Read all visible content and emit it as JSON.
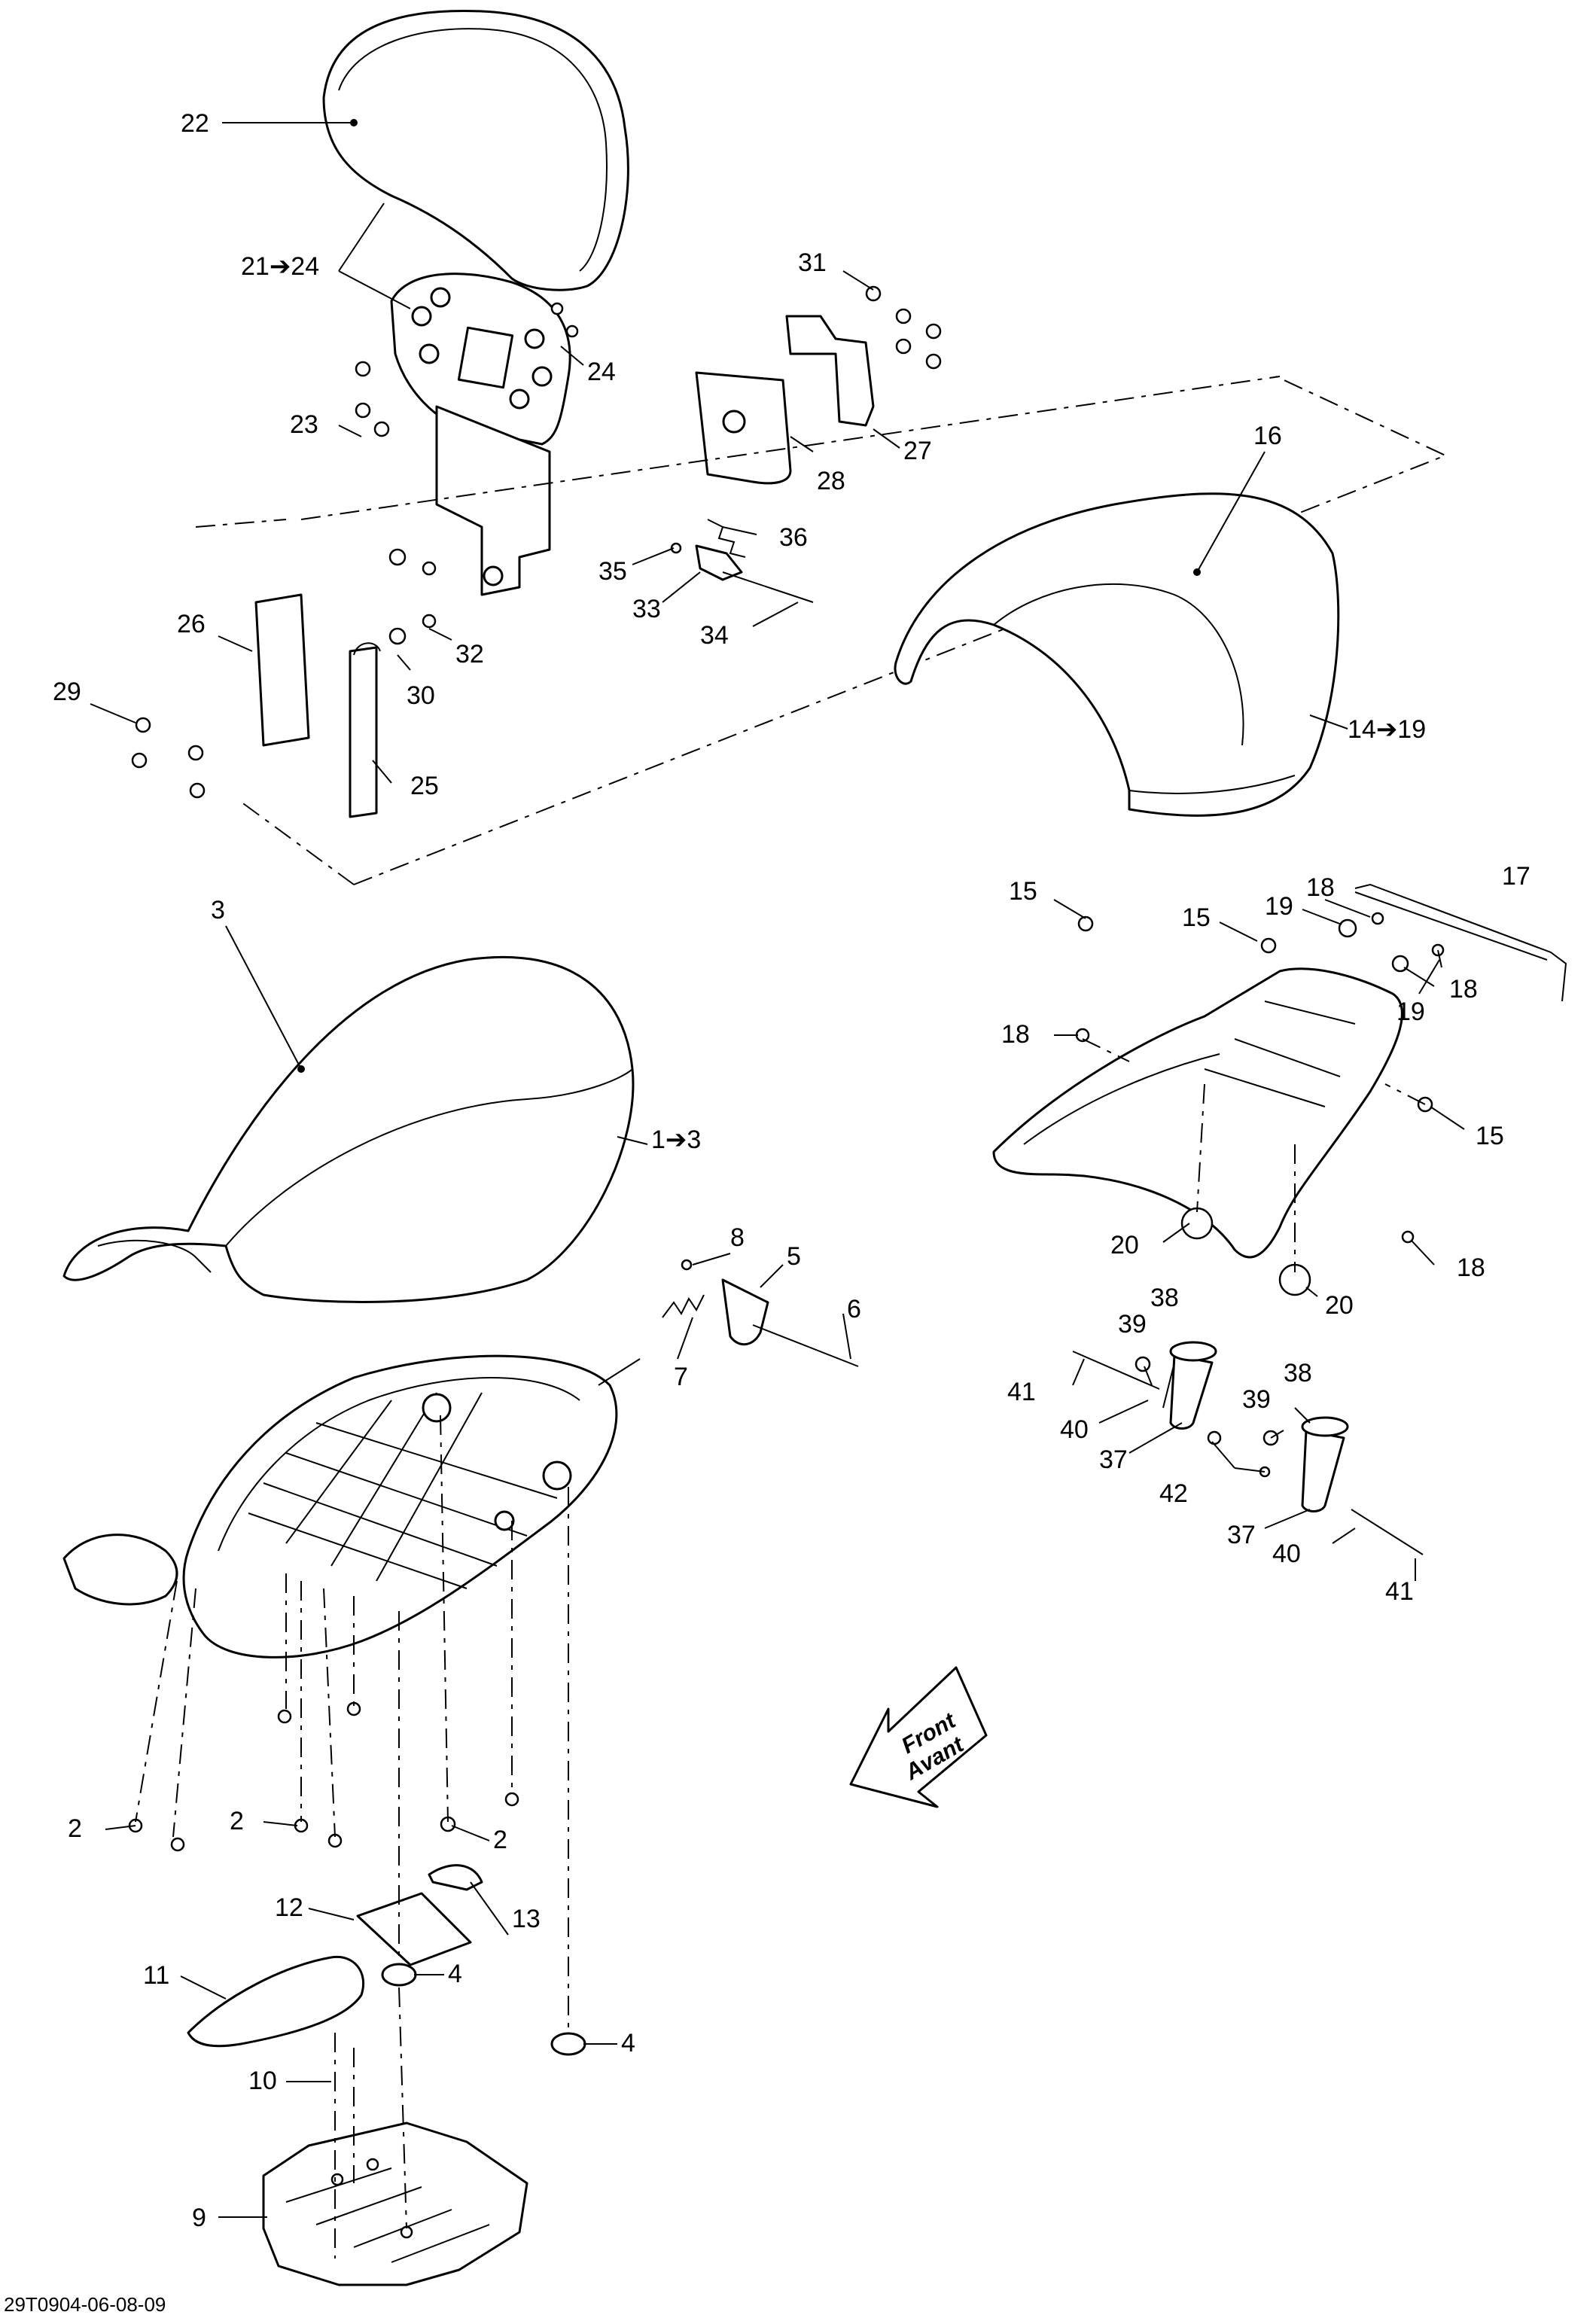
{
  "callouts": {
    "c1_3": "1➔3",
    "c2a": "2",
    "c2b": "2",
    "c2c": "2",
    "c3": "3",
    "c4a": "4",
    "c4b": "4",
    "c5": "5",
    "c6": "6",
    "c7": "7",
    "c8": "8",
    "c9": "9",
    "c10": "10",
    "c11": "11",
    "c12": "12",
    "c13": "13",
    "c14_19": "14➔19",
    "c15a": "15",
    "c15b": "15",
    "c15c": "15",
    "c16": "16",
    "c17": "17",
    "c18a": "18",
    "c18b": "18",
    "c18c": "18",
    "c18d": "18",
    "c19a": "19",
    "c19b": "19",
    "c20a": "20",
    "c20b": "20",
    "c21_24": "21➔24",
    "c22": "22",
    "c23": "23",
    "c24": "24",
    "c25": "25",
    "c26": "26",
    "c27": "27",
    "c28": "28",
    "c29": "29",
    "c30": "30",
    "c31": "31",
    "c32": "32",
    "c33": "33",
    "c34": "34",
    "c35": "35",
    "c36": "36",
    "c37a": "37",
    "c37b": "37",
    "c38a": "38",
    "c38b": "38",
    "c39a": "39",
    "c39b": "39",
    "c40a": "40",
    "c40b": "40",
    "c41a": "41",
    "c41b": "41",
    "c42": "42"
  },
  "front_arrow": {
    "line1": "Front",
    "line2": "Avant"
  },
  "reference_code": "29T0904-06-08-09"
}
